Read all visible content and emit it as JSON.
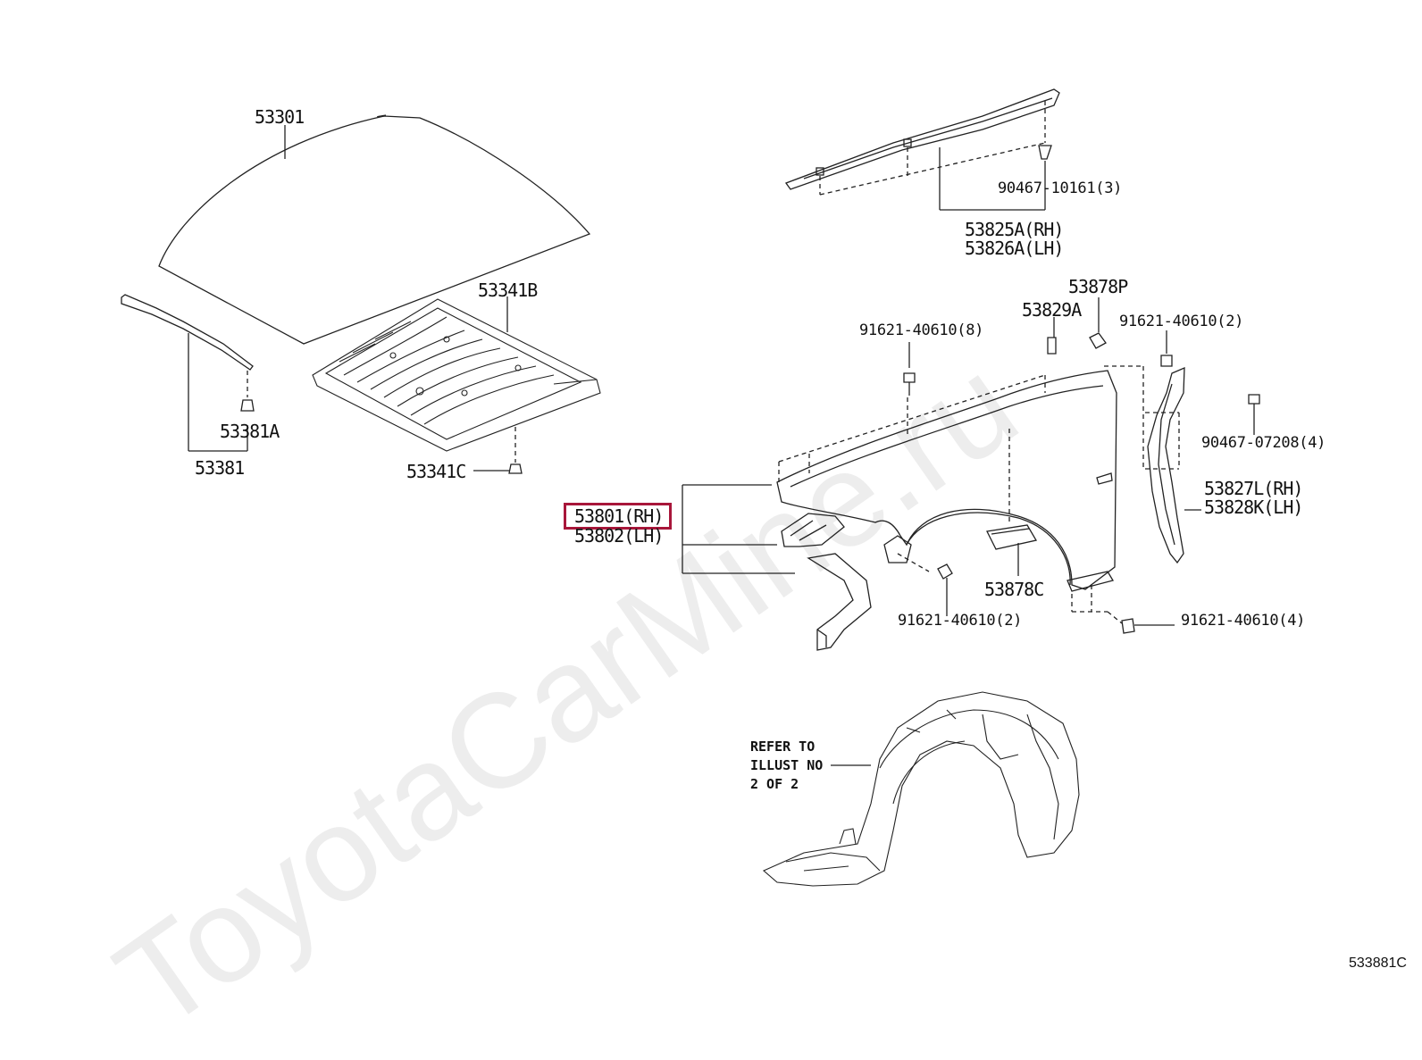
{
  "watermark": "ToyotaCarMine.ru",
  "illustration_code": "533881C",
  "highlight_color": "#a8163a",
  "labels": {
    "hood": "53301",
    "hood_insulator": "53341B",
    "hood_insulator_clip": "53341C",
    "hood_seal": "53381",
    "hood_seal_clip": "53381A",
    "cowl_seal_rh": "53825A(RH)",
    "cowl_seal_lh": "53826A(LH)",
    "cowl_screw": "90467-10161(3)",
    "fender_rh": "53801(RH)",
    "fender_lh": "53802(LH)",
    "bracket_a": "53829A",
    "protector_p": "53878P",
    "bolt_top": "91621-40610(8)",
    "bolt_right": "91621-40610(2)",
    "clip_right": "90467-07208(4)",
    "seal_rh": "53827L(RH)",
    "seal_lh": "53828K(LH)",
    "cushion_c": "53878C",
    "bolt_lower": "91621-40610(2)",
    "bolt_bottom": "91621-40610(4)",
    "refer_note": "REFER TO\nILLUST NO\n2 OF 2"
  }
}
